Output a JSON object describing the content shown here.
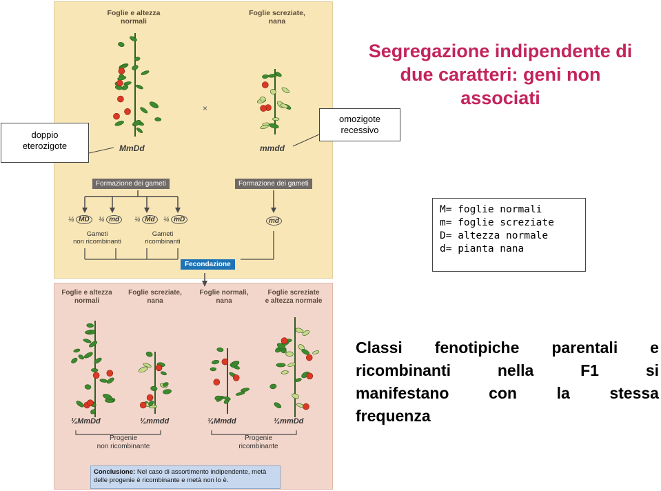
{
  "title": "Segregazione indipendente di due caratteri: geni non associati",
  "title_lines": [
    "Segregazione indipendente di",
    "due caratteri: geni non",
    "associati"
  ],
  "callouts": {
    "heterozygote": [
      "doppio",
      "eterozigote"
    ],
    "homozygote": [
      "omozigote",
      "recessivo"
    ]
  },
  "parents": {
    "left_head": [
      "Foglie e altezza",
      "normali"
    ],
    "right_head": [
      "Foglie screziate,",
      "nana"
    ],
    "cross_symbol": "×",
    "left_genotype": "MmDd",
    "right_genotype": "mmdd"
  },
  "gametes": {
    "formation_label": "Formazione dei gameti",
    "left": [
      {
        "frac": "¼",
        "allele": "MD"
      },
      {
        "frac": "¼",
        "allele": "md"
      },
      {
        "frac": "¼",
        "allele": "Md"
      },
      {
        "frac": "¼",
        "allele": "mD"
      }
    ],
    "right": {
      "allele": "md"
    },
    "nonrecomb_label": [
      "Gameti",
      "non ricombinanti"
    ],
    "recomb_label": [
      "Gameti",
      "ricombinanti"
    ],
    "fertilization_label": "Fecondazione"
  },
  "offspring": {
    "heads": [
      [
        "Foglie e altezza",
        "normali"
      ],
      [
        "Foglie screziate,",
        "nana"
      ],
      [
        "Foglie normali,",
        "nana"
      ],
      [
        "Foglie screziate",
        "e altezza normale"
      ]
    ],
    "genotypes": [
      "¼MmDd",
      "¼mmdd",
      "¼Mmdd",
      "¼mmDd"
    ],
    "progeny_nonrecomb": [
      "Progenie",
      "non ricombinante"
    ],
    "progeny_recomb": [
      "Progenie",
      "ricombinante"
    ]
  },
  "conclusion": {
    "label": "Conclusione:",
    "text": "Nel caso di assortimento indipendente, metà delle progenie è ricombinante e metà non lo è."
  },
  "legend": [
    "M= foglie normali",
    "m= foglie screziate",
    "D= altezza normale",
    "d= pianta nana"
  ],
  "summary_lines": [
    [
      "Classi",
      "fenotipiche",
      "parentali",
      "e"
    ],
    [
      "ricombinanti",
      "nella",
      "F1",
      "si"
    ],
    [
      "manifestano",
      "con",
      "la",
      "stessa"
    ],
    [
      "frequenza"
    ]
  ],
  "colors": {
    "title": "#c3245c",
    "top_panel": "#f8e6b6",
    "bottom_panel": "#f3d6cb",
    "fertilization_bar": "#1d73b6",
    "conclusion_box": "#c7d8ee",
    "plant_green": "#3c8a2e",
    "tomato_red": "#d93a25"
  }
}
